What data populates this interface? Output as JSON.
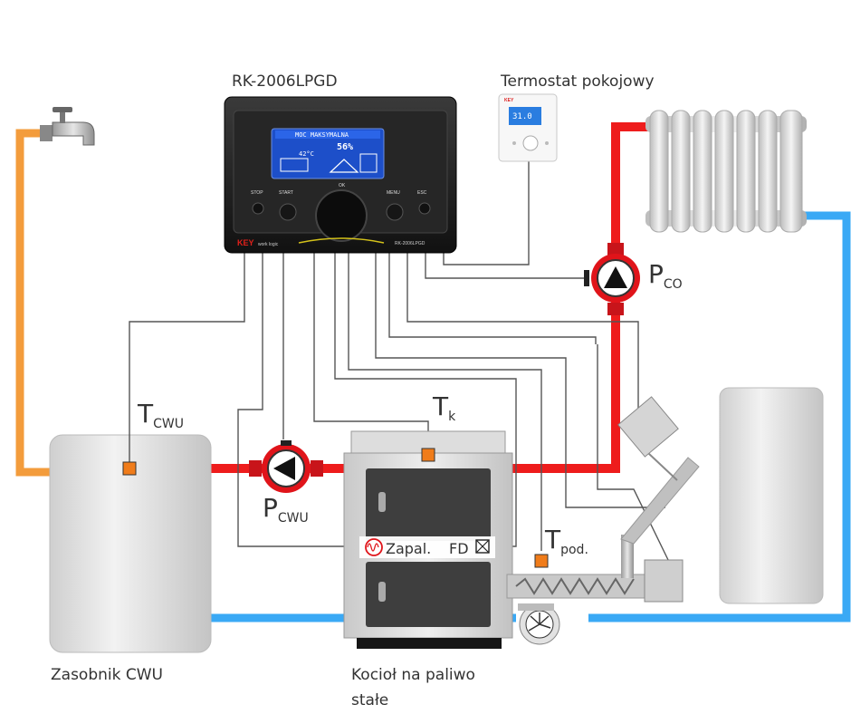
{
  "labels": {
    "controller_model": "RK-2006LPGD",
    "room_thermostat": "Termostat pokojowy",
    "hot_water_tank": "Zasobnik CWU",
    "boiler_line1": "Kocioł na paliwo",
    "boiler_line2": "stałe",
    "t_cwu_main": "T",
    "t_cwu_sub": "CWU",
    "p_cwu_main": "P",
    "p_cwu_sub": "CWU",
    "t_k_main": "T",
    "t_k_sub": "k",
    "p_co_main": "P",
    "p_co_sub": "CO",
    "t_pod_main": "T",
    "t_pod_sub": "pod.",
    "ignition": "Zapal.",
    "fd": "FD"
  },
  "controller": {
    "screen_header": "MOC MAKSYMALNA",
    "screen_temp": "42°C",
    "screen_percent": "56%",
    "btn_stop": "STOP",
    "btn_start": "START",
    "btn_ok": "OK",
    "btn_menu": "MENU",
    "btn_esc": "ESC",
    "brand": "KEY",
    "brand_sub": "work logic",
    "model_small": "RK-2006LPGD"
  },
  "thermostat": {
    "display_value": "31.0",
    "brand": "KEY"
  },
  "colors": {
    "hot_pipe": "#ee1c1c",
    "cold_pipe": "#3aa9f5",
    "dhw_pipe": "#f39c3c",
    "sensor": "#f07c1a",
    "pump": "#e0141a",
    "signal_wire": "#444444"
  }
}
